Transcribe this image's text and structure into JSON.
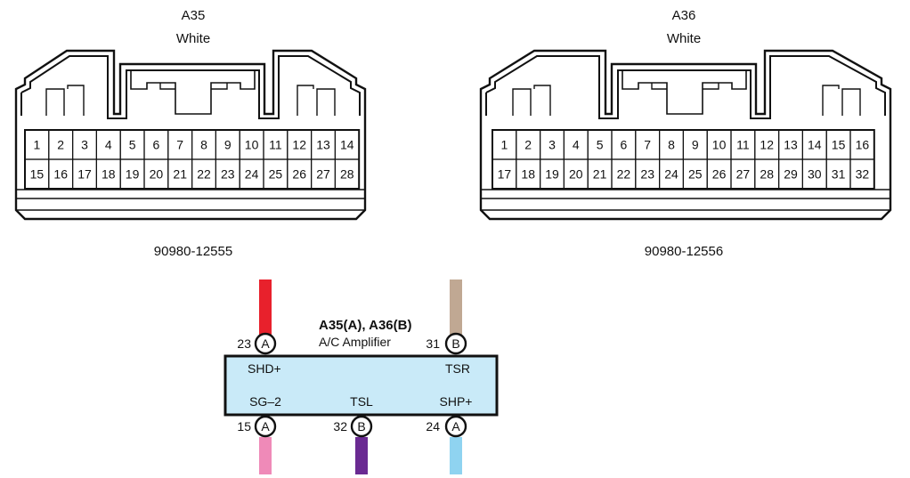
{
  "connectors": [
    {
      "id": "A35",
      "color_label": "White",
      "part_number": "90980-12555",
      "top_row": [
        "1",
        "2",
        "3",
        "4",
        "5",
        "6",
        "7",
        "8",
        "9",
        "10",
        "11",
        "12",
        "13",
        "14"
      ],
      "bottom_row": [
        "15",
        "16",
        "17",
        "18",
        "19",
        "20",
        "21",
        "22",
        "23",
        "24",
        "25",
        "26",
        "27",
        "28"
      ]
    },
    {
      "id": "A36",
      "color_label": "White",
      "part_number": "90980-12556",
      "top_row": [
        "1",
        "2",
        "3",
        "4",
        "5",
        "6",
        "7",
        "8",
        "9",
        "10",
        "11",
        "12",
        "13",
        "14",
        "15",
        "16"
      ],
      "bottom_row": [
        "17",
        "18",
        "19",
        "20",
        "21",
        "22",
        "23",
        "24",
        "25",
        "26",
        "27",
        "28",
        "29",
        "30",
        "31",
        "32"
      ]
    }
  ],
  "component": {
    "header_bold": "A35(A), A36(B)",
    "header_sub": "A/C Amplifier",
    "top_terminals": [
      {
        "pin": "23",
        "letter": "A",
        "signal": "SHD+",
        "wire_color": "#e8212c"
      },
      {
        "pin": "31",
        "letter": "B",
        "signal": "TSR",
        "wire_color": "#c0a893"
      }
    ],
    "bottom_terminals": [
      {
        "pin": "15",
        "letter": "A",
        "signal": "SG–2",
        "wire_color": "#ef8ab8"
      },
      {
        "pin": "32",
        "letter": "B",
        "signal": "TSL",
        "wire_color": "#6a2a92"
      },
      {
        "pin": "24",
        "letter": "A",
        "signal": "SHP+",
        "wire_color": "#8fd3f0"
      }
    ],
    "box_fill": "#c9eaf8"
  }
}
